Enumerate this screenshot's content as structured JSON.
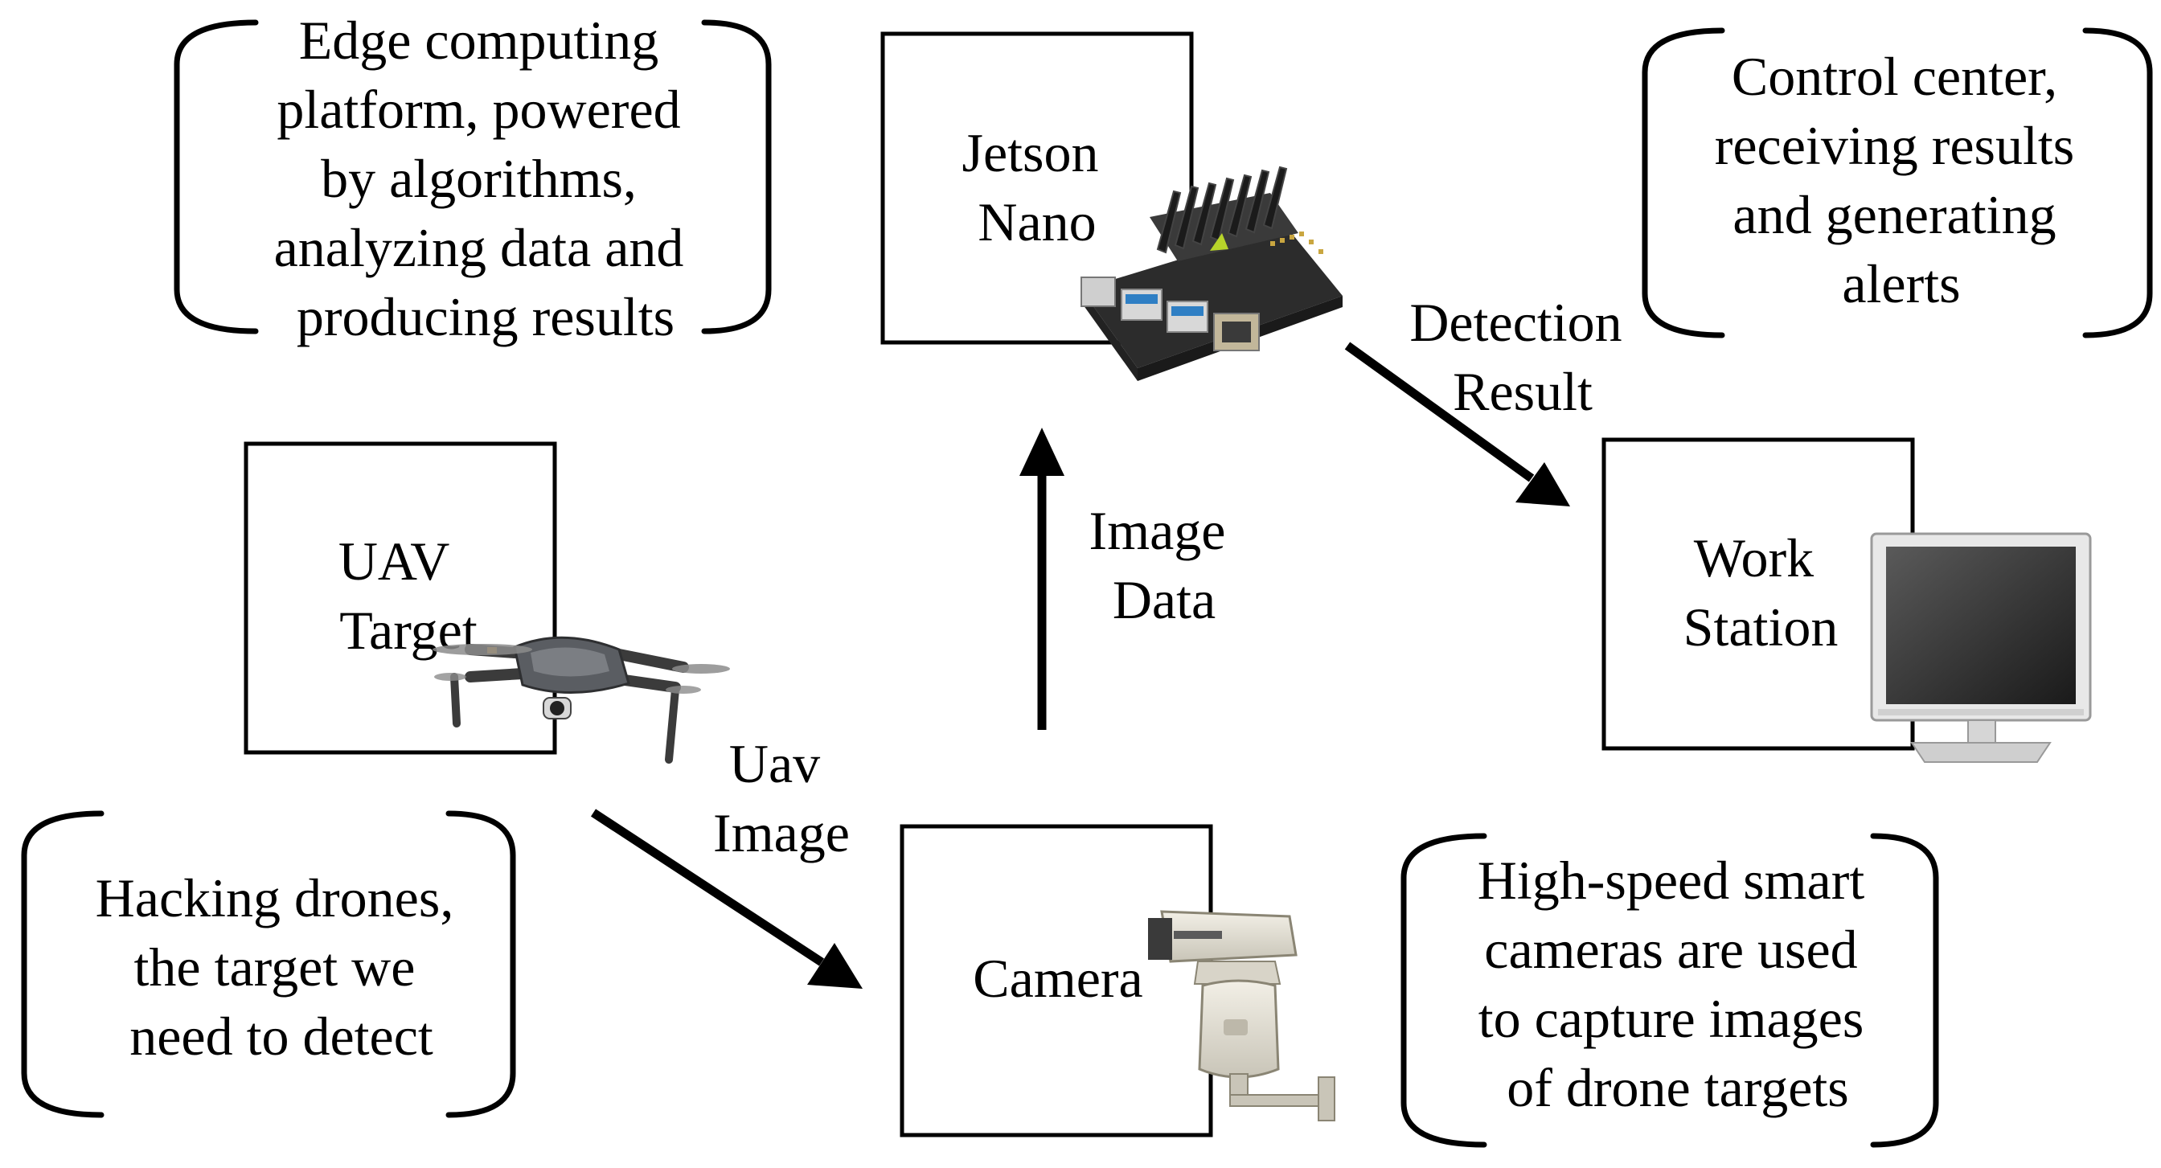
{
  "nodes": {
    "jetson": {
      "lines": [
        "Jetson",
        "Nano"
      ],
      "icon": "jetson-nano-board-icon"
    },
    "uav": {
      "lines": [
        "UAV",
        "Target"
      ],
      "icon": "drone-icon"
    },
    "workstation": {
      "lines": [
        "Work",
        "Station"
      ],
      "icon": "monitor-icon"
    },
    "camera": {
      "lines": [
        "Camera"
      ],
      "icon": "ptz-camera-icon"
    }
  },
  "notes": {
    "edge": [
      "Edge computing",
      "platform, powered",
      "by algorithms,",
      "analyzing data and",
      "producing results"
    ],
    "control": [
      "Control center,",
      "receiving results",
      "and generating",
      "alerts"
    ],
    "hacking": [
      "Hacking drones,",
      "the target we",
      "need to detect"
    ],
    "cameras": [
      "High-speed smart",
      "cameras are used",
      "to capture images",
      "of drone targets"
    ]
  },
  "edges": {
    "detection": [
      "Detection",
      "Result"
    ],
    "image_data": [
      "Image",
      "Data"
    ],
    "uav_image": [
      "Uav",
      "Image"
    ]
  }
}
